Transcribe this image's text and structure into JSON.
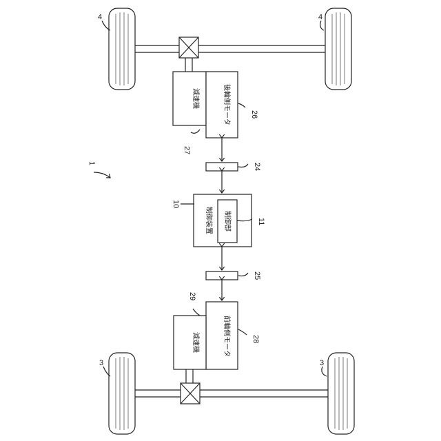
{
  "diagram": {
    "system_label": "1",
    "controller": {
      "label": "制御装置",
      "ref": "10"
    },
    "control_unit": {
      "label": "制御部",
      "ref": "11"
    },
    "rear_motor": {
      "label": "後輪側モータ",
      "ref": "26"
    },
    "rear_reducer": {
      "label": "減速機",
      "ref": "27"
    },
    "front_motor": {
      "label": "前輪側モータ",
      "ref": "28"
    },
    "front_reducer": {
      "label": "減速機",
      "ref": "29"
    },
    "rear_inverter": {
      "ref": "24"
    },
    "front_inverter": {
      "ref": "25"
    },
    "rear_wheels": {
      "ref": "4"
    },
    "front_wheels": {
      "ref": "3"
    }
  }
}
